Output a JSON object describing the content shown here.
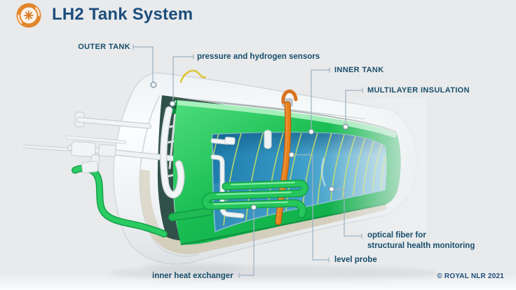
{
  "header": {
    "title": "LH2 Tank System",
    "logo": "nlr-logo-icon"
  },
  "labels": {
    "outer_tank": "OUTER TANK",
    "pressure_sensors": "pressure and hydrogen sensors",
    "inner_tank": "INNER TANK",
    "multilayer_insulation": "MULTILAYER INSULATION",
    "optical_fiber_line1": "optical fiber for",
    "optical_fiber_line2": "structural health monitoring",
    "level_probe": "level probe",
    "inner_heat_exchanger": "inner heat exchanger"
  },
  "footer": {
    "copyright": "© ROYAL NLR 2021"
  },
  "colors": {
    "background": "#e9eaec",
    "accent_blue": "#1c4e7c",
    "label_blue": "#164f6b",
    "leader_line": "#9fb3c1",
    "tank_green": "#1fc257",
    "lh2_blue": "#2489ba",
    "probe_orange": "#e0791b",
    "fiber_yellow_green": "#c6df63",
    "logo_orange": "#e2862b"
  }
}
